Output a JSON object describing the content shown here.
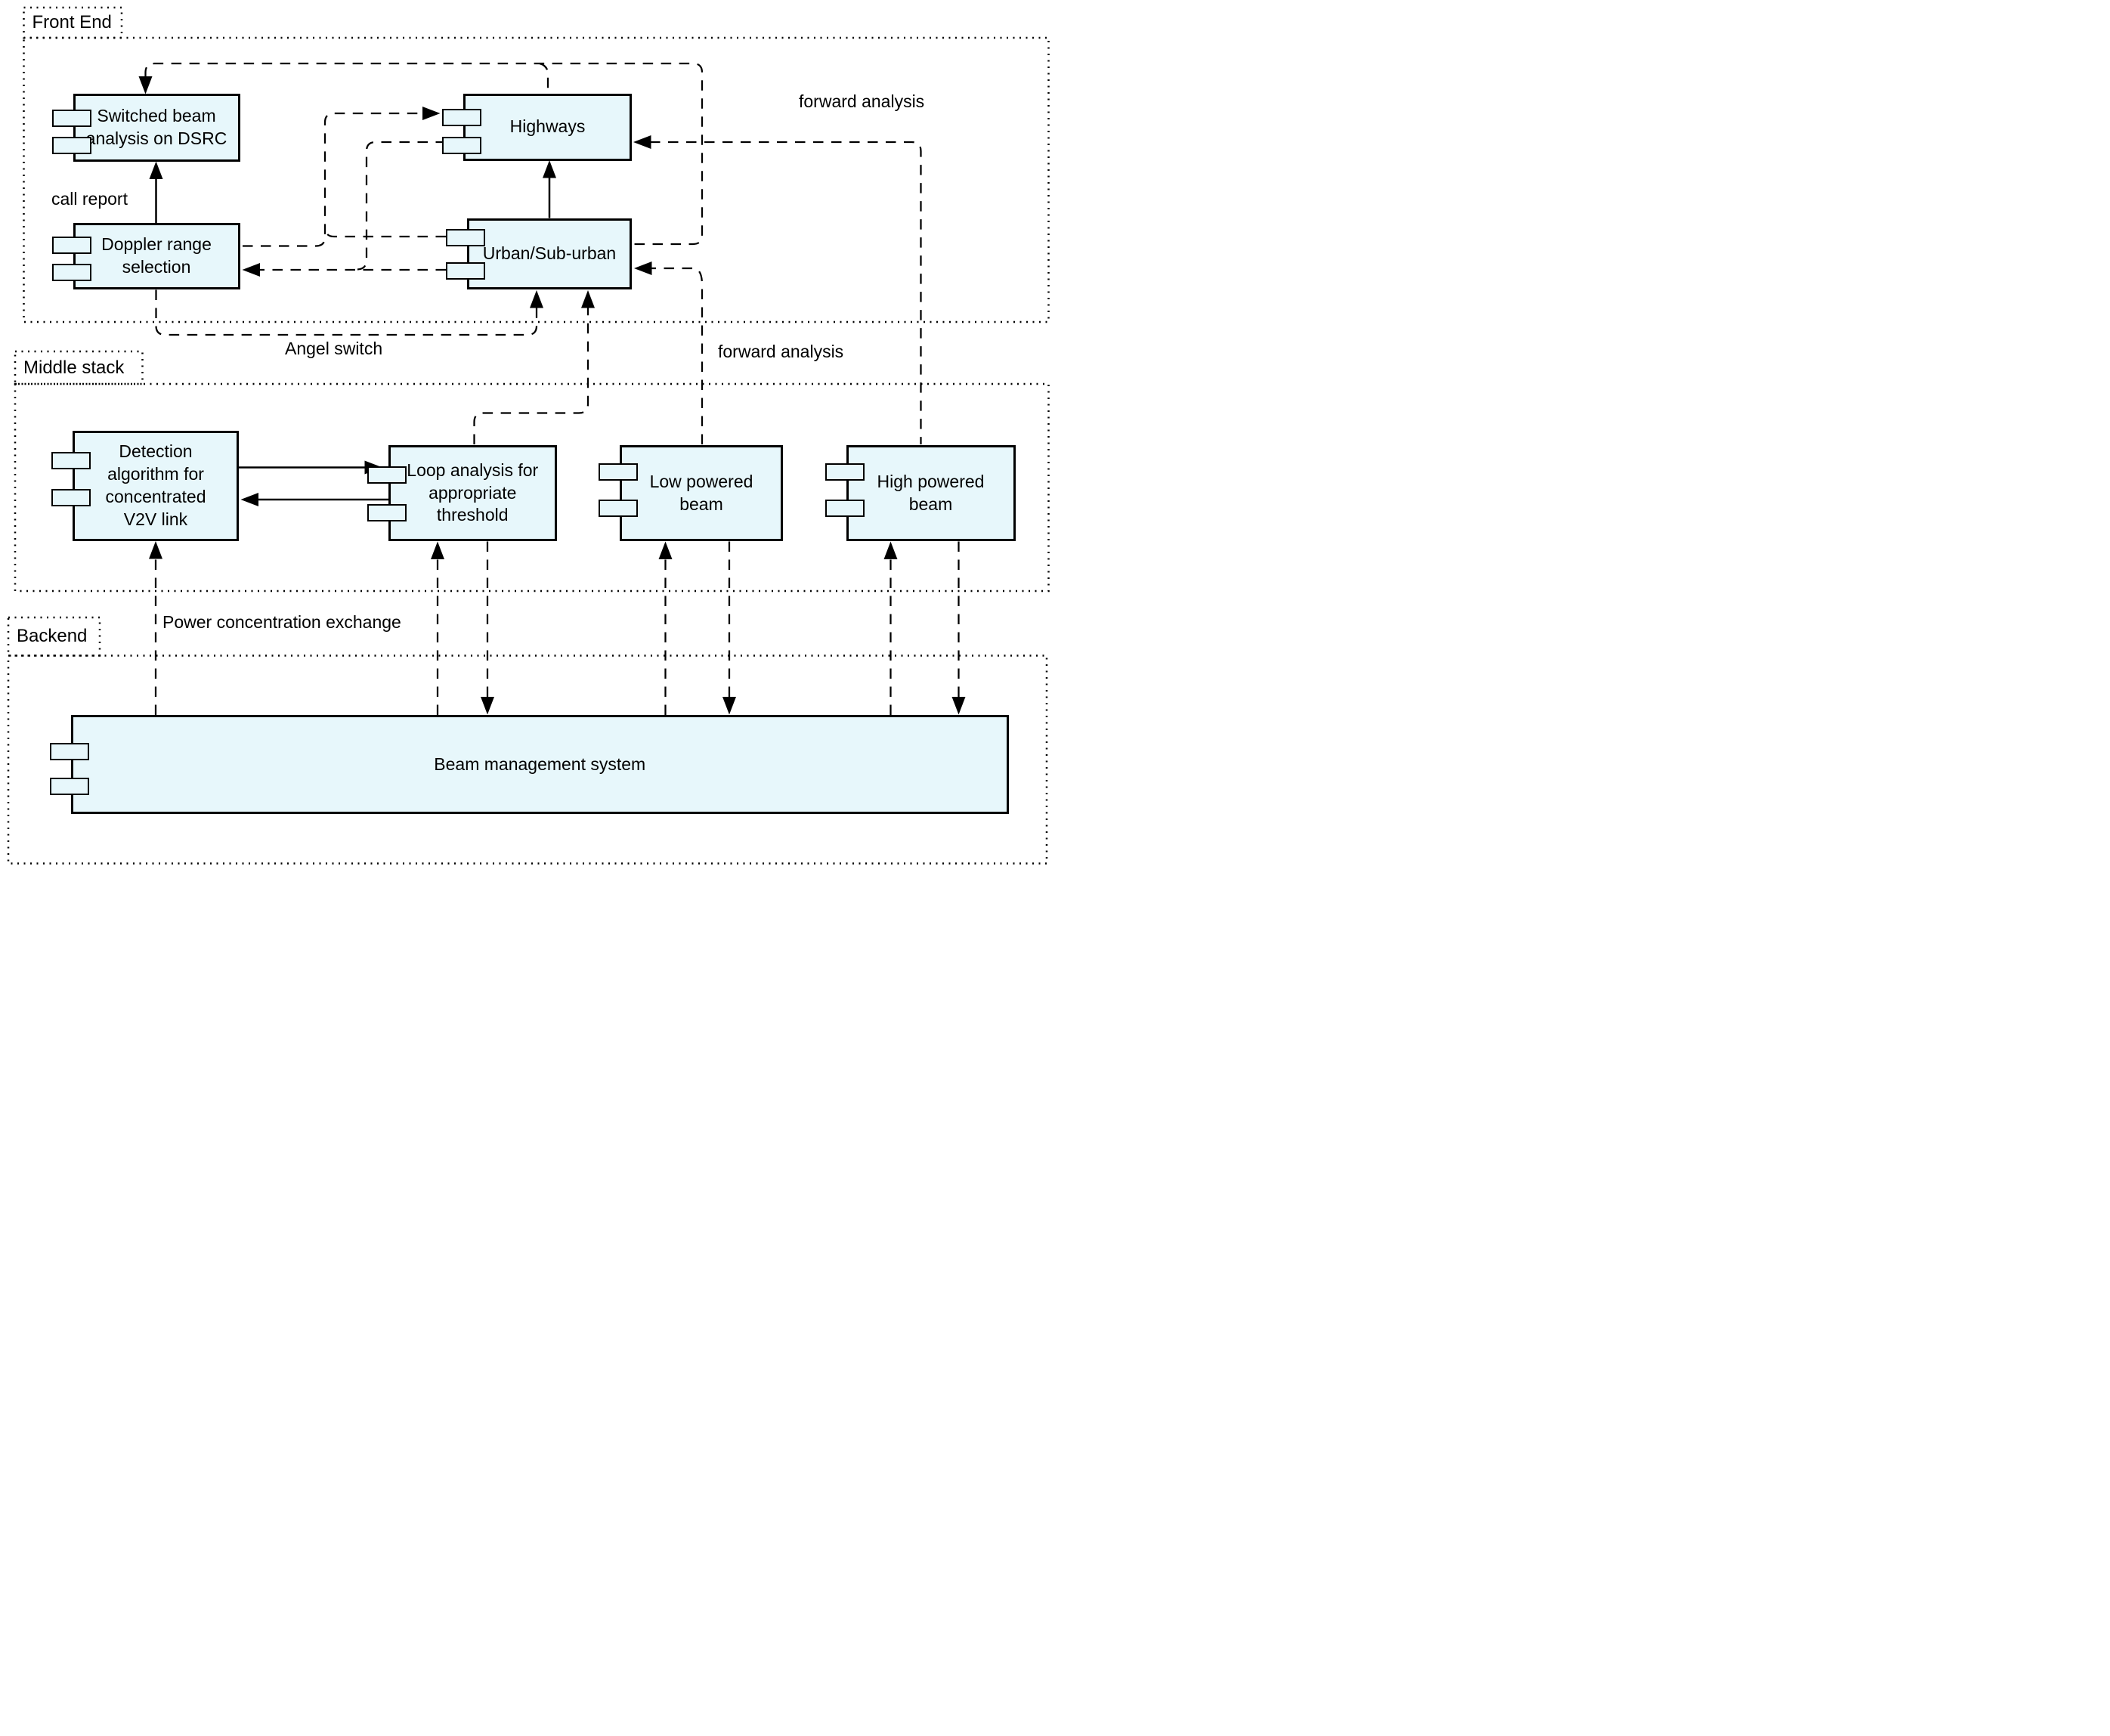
{
  "regions": [
    {
      "id": "front-end",
      "label": "Front End"
    },
    {
      "id": "middle-stack",
      "label": "Middle stack"
    },
    {
      "id": "backend",
      "label": "Backend"
    }
  ],
  "components": [
    {
      "id": "switched-beam-analysis",
      "label": "Switched beam\nanalysis on DSRC",
      "region": "front-end"
    },
    {
      "id": "doppler-range-selection",
      "label": "Doppler range\nselection",
      "region": "front-end"
    },
    {
      "id": "highways",
      "label": "Highways",
      "region": "front-end"
    },
    {
      "id": "urban-sub-urban",
      "label": "Urban/Sub-urban",
      "region": "front-end"
    },
    {
      "id": "detection-algorithm",
      "label": "Detection\nalgorithm for\nconcentrated\nV2V link",
      "region": "middle-stack"
    },
    {
      "id": "loop-analysis",
      "label": "Loop analysis for\nappropriate\nthreshold",
      "region": "middle-stack"
    },
    {
      "id": "low-powered-beam",
      "label": "Low powered\nbeam",
      "region": "middle-stack"
    },
    {
      "id": "high-powered-beam",
      "label": "High powered\nbeam",
      "region": "middle-stack"
    },
    {
      "id": "beam-management-system",
      "label": "Beam management system",
      "region": "backend"
    }
  ],
  "edge_labels": [
    {
      "id": "call-report",
      "text": "call report"
    },
    {
      "id": "forward-analysis-top",
      "text": "forward analysis"
    },
    {
      "id": "angel-switch",
      "text": "Angel switch"
    },
    {
      "id": "forward-analysis-mid",
      "text": "forward analysis"
    },
    {
      "id": "power-concentration-exchange",
      "text": "Power concentration exchange"
    }
  ],
  "connections": [
    {
      "from": "doppler-range-selection",
      "to": "switched-beam-analysis",
      "style": "solid",
      "label": "call report"
    },
    {
      "from": "urban-sub-urban",
      "to": "highways",
      "style": "solid"
    },
    {
      "from": "detection-algorithm",
      "to": "loop-analysis",
      "style": "solid"
    },
    {
      "from": "loop-analysis",
      "to": "detection-algorithm",
      "style": "solid"
    },
    {
      "from": "urban-sub-urban",
      "to": "switched-beam-analysis",
      "style": "dashed"
    },
    {
      "from": "urban-sub-urban",
      "to": "highways",
      "style": "dashed"
    },
    {
      "from": "highways",
      "to": "high-powered-beam",
      "style": "dashed",
      "label": "forward analysis"
    },
    {
      "from": "low-powered-beam",
      "to": "urban-sub-urban",
      "style": "dashed",
      "label": "forward analysis"
    },
    {
      "from": "doppler-range-selection",
      "to": "urban-sub-urban",
      "style": "dashed",
      "label": "Angel switch"
    },
    {
      "from": "loop-analysis",
      "to": "urban-sub-urban",
      "style": "dashed"
    },
    {
      "from": "doppler-range-selection",
      "to": "highways",
      "style": "dashed"
    },
    {
      "from": "highways",
      "to": "doppler-range-selection",
      "style": "dashed"
    },
    {
      "from": "urban-sub-urban",
      "to": "doppler-range-selection",
      "style": "dashed"
    },
    {
      "from": "beam-management-system",
      "to": "detection-algorithm",
      "style": "dashed",
      "label": "Power concentration exchange"
    },
    {
      "from": "beam-management-system",
      "to": "loop-analysis",
      "style": "dashed"
    },
    {
      "from": "loop-analysis",
      "to": "beam-management-system",
      "style": "dashed"
    },
    {
      "from": "beam-management-system",
      "to": "low-powered-beam",
      "style": "dashed"
    },
    {
      "from": "low-powered-beam",
      "to": "beam-management-system",
      "style": "dashed"
    },
    {
      "from": "beam-management-system",
      "to": "high-powered-beam",
      "style": "dashed"
    },
    {
      "from": "high-powered-beam",
      "to": "beam-management-system",
      "style": "dashed"
    }
  ],
  "colors": {
    "component_fill": "#e7f7fb",
    "line": "#000000",
    "background": "#ffffff"
  }
}
